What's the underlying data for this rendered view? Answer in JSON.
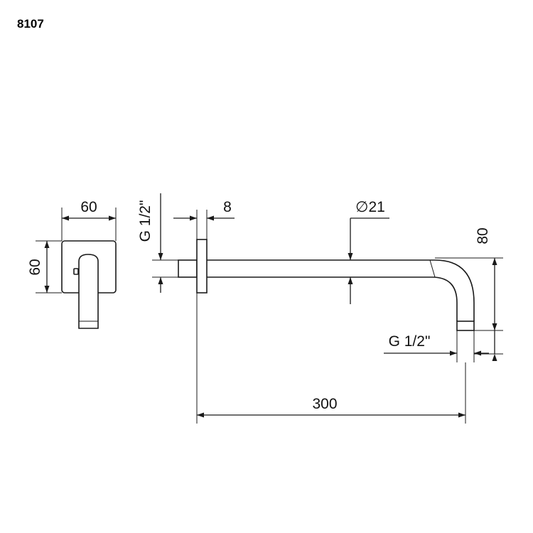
{
  "product_code": "8107",
  "dimensions": {
    "plate_width": "60",
    "plate_height": "60",
    "inlet_thread": "G 1/2\"",
    "flange_thickness": "8",
    "arm_diameter": "∅21",
    "drop_height": "80",
    "outlet_thread": "G 1/2\"",
    "arm_length": "300"
  }
}
